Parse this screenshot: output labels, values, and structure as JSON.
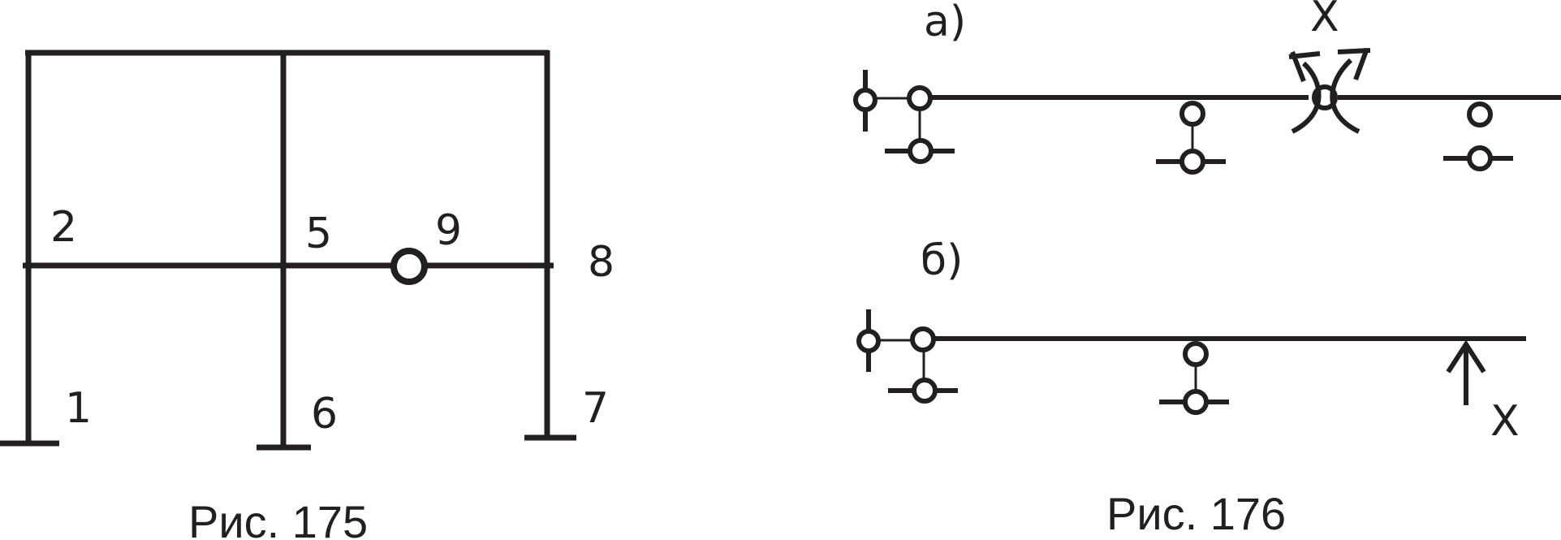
{
  "fig175": {
    "caption": "Рис. 175",
    "nodes": {
      "n1": "1",
      "n2": "2",
      "n5": "5",
      "n6": "6",
      "n7": "7",
      "n8": "8",
      "n9": "9"
    }
  },
  "fig176": {
    "caption": "Рис. 176",
    "part_a": {
      "label": "а)",
      "unknown": "X"
    },
    "part_b": {
      "label": "б)",
      "unknown": "X"
    }
  },
  "colors": {
    "line": "#231f20",
    "background": "#ffffff"
  }
}
